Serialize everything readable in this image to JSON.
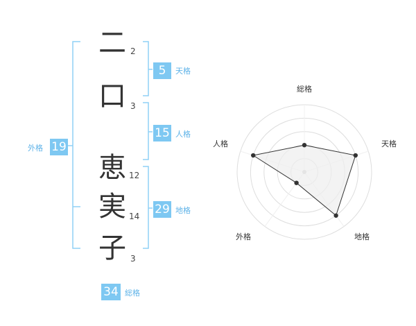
{
  "name": {
    "chars": [
      {
        "char": "二",
        "strokes": "2"
      },
      {
        "char": "口",
        "strokes": "3"
      },
      {
        "char": "恵",
        "strokes": "12"
      },
      {
        "char": "実",
        "strokes": "14"
      },
      {
        "char": "子",
        "strokes": "3"
      }
    ]
  },
  "kakusu": {
    "tenkaku": {
      "label": "天格",
      "value": "5"
    },
    "jinkaku": {
      "label": "人格",
      "value": "15"
    },
    "chikaku": {
      "label": "地格",
      "value": "29"
    },
    "gaikaku": {
      "label": "外格",
      "value": "19"
    },
    "soukaku": {
      "label": "総格",
      "value": "34"
    }
  },
  "chart_data": {
    "type": "radar",
    "axes": [
      "総格",
      "天格",
      "地格",
      "外格",
      "人格"
    ],
    "levels": 5,
    "max": 5,
    "values": [
      2,
      4,
      4,
      1,
      4
    ],
    "colors": {
      "line": "#333333",
      "fill": "#eeeeee",
      "grid": "#dddddd"
    }
  }
}
